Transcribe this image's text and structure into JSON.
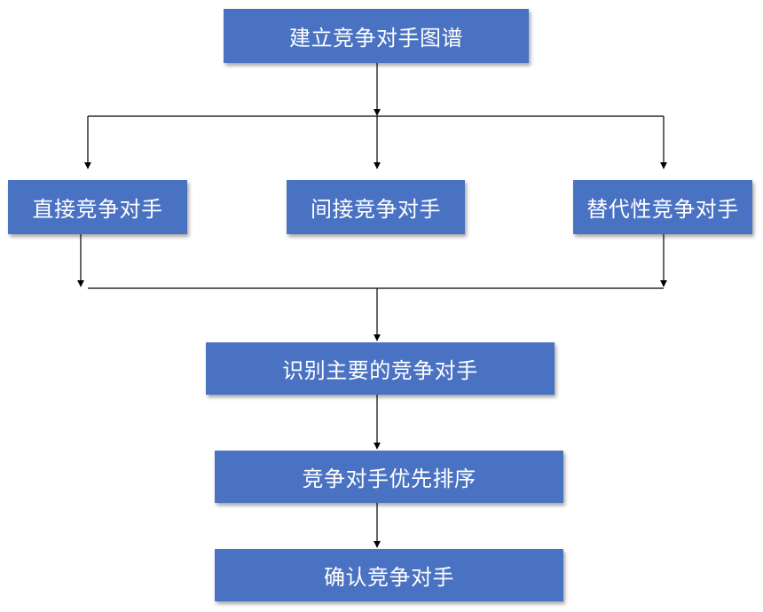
{
  "flow": {
    "root": "建立竞争对手图谱",
    "direct": "直接竞争对手",
    "indirect": "间接竞争对手",
    "substitute": "替代性竞争对手",
    "identify": "识别主要的竞争对手",
    "priority": "竞争对手优先排序",
    "confirm": "确认竞争对手"
  },
  "colors": {
    "box_fill": "#4a72c2",
    "box_text": "#ffffff",
    "line": "#000000"
  }
}
